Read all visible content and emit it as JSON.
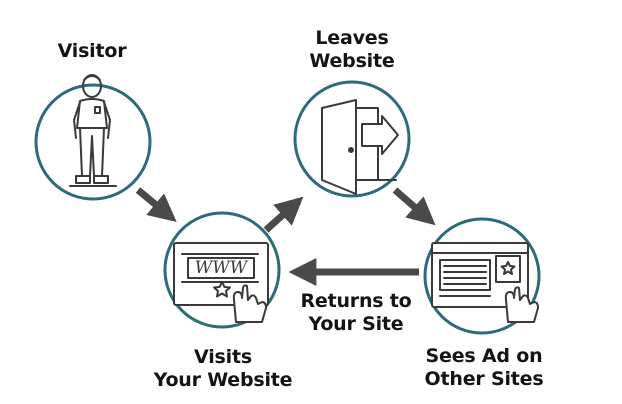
{
  "nodes": {
    "visitor": {
      "label": "Visitor",
      "icon": "person-icon"
    },
    "leaves": {
      "label_line1": "Leaves",
      "label_line2": "Website",
      "icon": "door-exit-icon"
    },
    "visits": {
      "label_line1": "Visits",
      "label_line2": "Your Website",
      "icon": "monitor-www-click-icon",
      "screen_text": "WWW"
    },
    "sees_ad": {
      "label_line1": "Sees Ad on",
      "label_line2": "Other Sites",
      "icon": "ad-webpage-click-icon"
    }
  },
  "edges": {
    "returns": {
      "label_line1": "Returns to",
      "label_line2": "Your Site"
    }
  },
  "colors": {
    "circle_stroke": "#2e6b78",
    "line_art": "#3a3a3a",
    "arrow": "#4a4a4a",
    "text": "#141414"
  }
}
